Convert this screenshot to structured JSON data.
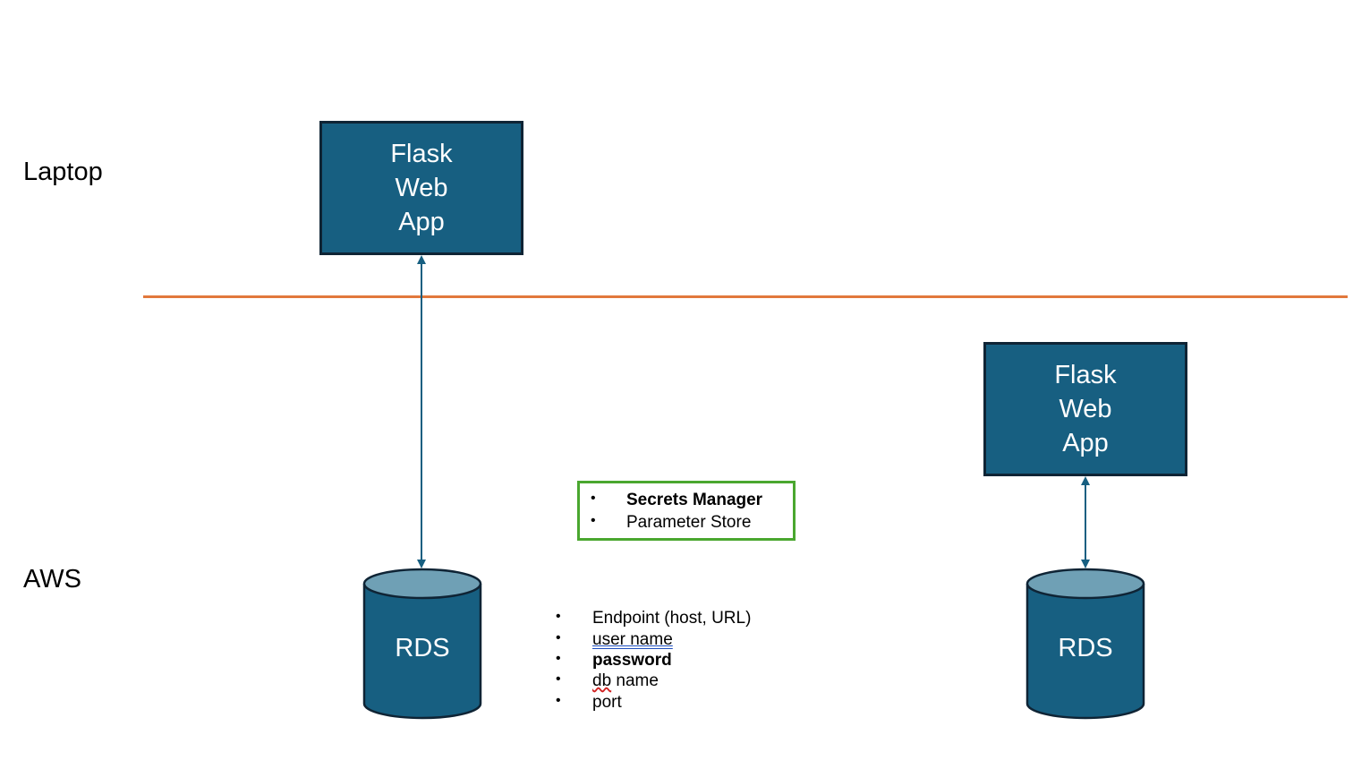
{
  "zones": {
    "top_label": "Laptop",
    "bottom_label": "AWS"
  },
  "laptop_app": {
    "line1": "Flask",
    "line2": "Web",
    "line3": "App"
  },
  "aws_app": {
    "line1": "Flask",
    "line2": "Web",
    "line3": "App"
  },
  "left_db": {
    "label": "RDS"
  },
  "right_db": {
    "label": "RDS"
  },
  "secrets_box": {
    "items": [
      {
        "text": "Secrets Manager",
        "bold": true
      },
      {
        "text": "Parameter Store",
        "bold": false
      }
    ]
  },
  "connection_details": {
    "items": [
      {
        "text": "Endpoint (host, URL)"
      },
      {
        "text": "user name"
      },
      {
        "text": "password"
      },
      {
        "text": "db"
      },
      {
        "text": "name"
      },
      {
        "text": "port"
      }
    ]
  },
  "bullet_char": "•",
  "colors": {
    "box_fill": "#175f81",
    "box_border": "#0f2435",
    "db_top": "#6fa0b5",
    "divider": "#e2783c",
    "arrow": "#175f81",
    "secrets_border": "#4aa72f"
  }
}
